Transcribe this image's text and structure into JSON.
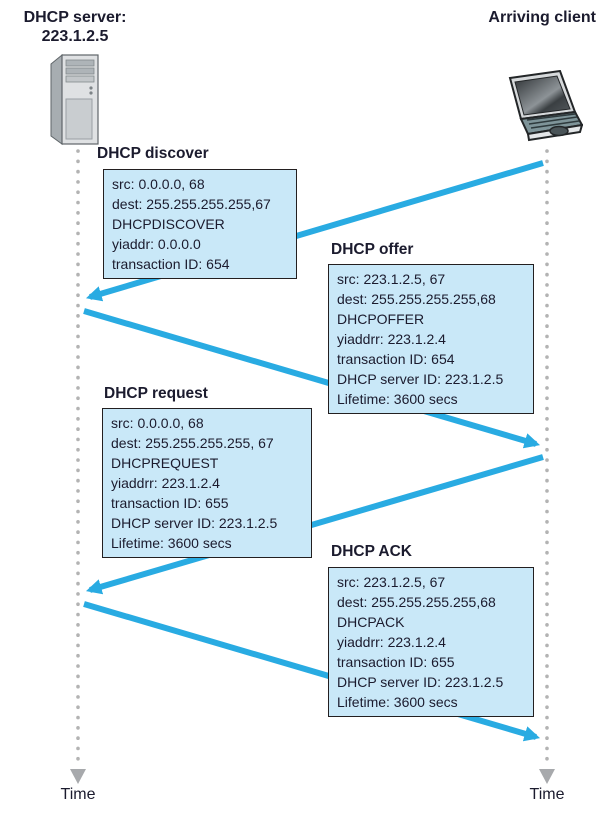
{
  "header": {
    "server_title": "DHCP server:",
    "server_address": "223.1.2.5",
    "client_title": "Arriving client"
  },
  "icons": {
    "server": "server-tower-icon",
    "client": "laptop-icon"
  },
  "timelines": {
    "left_label": "Time",
    "right_label": "Time"
  },
  "messages": [
    {
      "label": "DHCP discover",
      "from": "client",
      "to": "server",
      "lines": [
        "src: 0.0.0.0, 68",
        "dest: 255.255.255.255,67",
        "DHCPDISCOVER",
        "yiaddr: 0.0.0.0",
        "transaction ID: 654"
      ]
    },
    {
      "label": "DHCP offer",
      "from": "server",
      "to": "client",
      "lines": [
        "src: 223.1.2.5, 67",
        "dest: 255.255.255.255,68",
        "DHCPOFFER",
        "yiaddrr: 223.1.2.4",
        "transaction ID: 654",
        "DHCP server ID: 223.1.2.5",
        "Lifetime: 3600 secs"
      ]
    },
    {
      "label": "DHCP request",
      "from": "client",
      "to": "server",
      "lines": [
        "src: 0.0.0.0, 68",
        "dest: 255.255.255.255, 67",
        "DHCPREQUEST",
        "yiaddrr: 223.1.2.4",
        "transaction ID: 655",
        "DHCP server ID: 223.1.2.5",
        "Lifetime: 3600 secs"
      ]
    },
    {
      "label": "DHCP ACK",
      "from": "server",
      "to": "client",
      "lines": [
        "src: 223.1.2.5, 67",
        "dest: 255.255.255.255,68",
        "DHCPACK",
        "yiaddrr: 223.1.2.4",
        "transaction ID: 655",
        "DHCP server ID: 223.1.2.5",
        "Lifetime: 3600 secs"
      ]
    }
  ],
  "colors": {
    "arrow_blue": "#29ABE2",
    "box_fill": "#C9E8F8",
    "box_border": "#231F20",
    "timeline_gray": "#B3B3B3",
    "time_arrow_gray": "#A7A9AC",
    "text_dark": "#1B1B2E"
  }
}
